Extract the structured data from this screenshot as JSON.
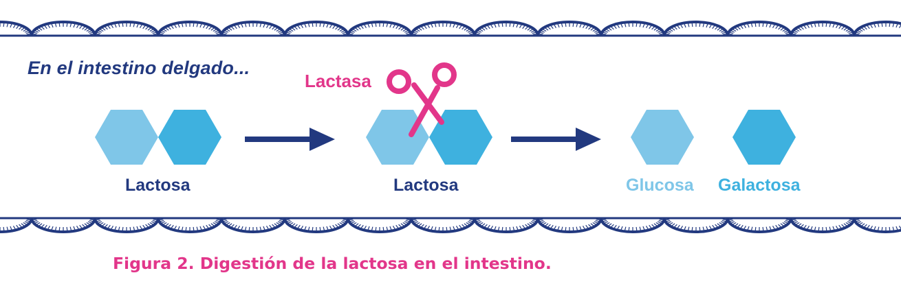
{
  "diagram": {
    "heading": "En el intestino delgado...",
    "enzyme": {
      "label": "Lactasa",
      "icon": "scissors-icon"
    },
    "stages": [
      {
        "label": "Lactosa"
      },
      {
        "label": "Lactosa"
      },
      {
        "products": [
          "Glucosa",
          "Galactosa"
        ]
      }
    ],
    "colors": {
      "glucose": "#7fc6e8",
      "galactose": "#3eb1df",
      "text": "#22397f",
      "accent": "#e2368a",
      "arrow": "#22397f"
    }
  },
  "caption": "Figura 2. Digestión de la lactosa en el intestino."
}
